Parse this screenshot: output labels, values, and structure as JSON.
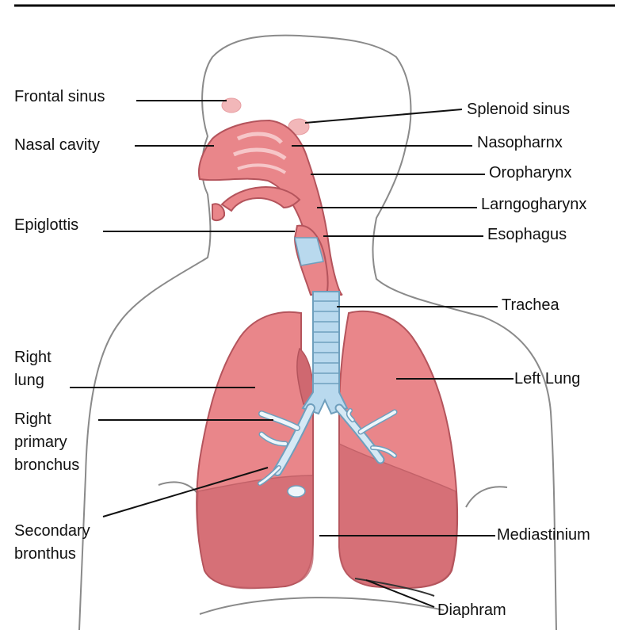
{
  "labels": {
    "frontal_sinus": "Frontal sinus",
    "nasal_cavity": "Nasal cavity",
    "epiglottis": "Epiglottis",
    "right_lung_line1": "Right",
    "right_lung_line2": "lung",
    "right_primary_bronchus_line1": "Right",
    "right_primary_bronchus_line2": "primary",
    "right_primary_bronchus_line3": "bronchus",
    "secondary_bronchus_line1": "Secondary",
    "secondary_bronchus_line2": "bronthus",
    "splenoid_sinus": "Splenoid sinus",
    "nasopharynx": "Nasopharnx",
    "oropharynx": "Oropharynx",
    "laryngopharynx": "Larngogharynx",
    "esophagus": "Esophagus",
    "trachea": "Trachea",
    "left_lung": "Left Lung",
    "mediastinum": "Mediastinium",
    "diaphragm": "Diaphram"
  },
  "colors": {
    "outline": "#8a8a8a",
    "lung": "#e9868a",
    "lung_dark": "#cf6870",
    "lung_edge": "#b4545c",
    "airway": "#e9868a",
    "airway_edge": "#b4545c",
    "trachea": "#b9d9ee",
    "trachea_edge": "#6f9fbd",
    "leader": "#111111"
  }
}
